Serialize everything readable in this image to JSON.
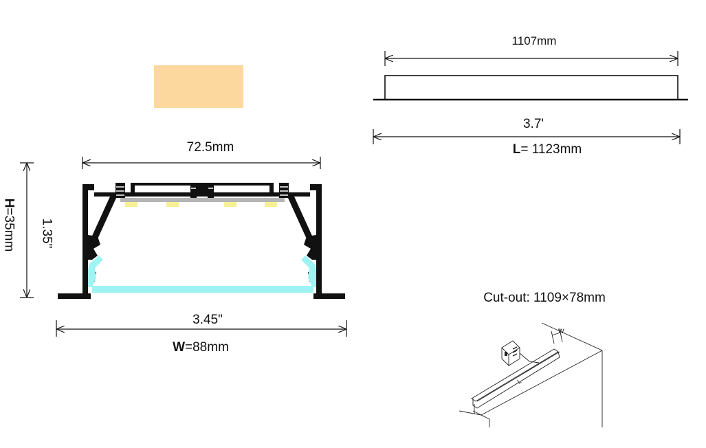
{
  "colors": {
    "swatch": "#fdd89e",
    "line": "#111111",
    "diffuser": "#9ff3f2",
    "led": "#f7ef94",
    "pcb": "#b5b5b5"
  },
  "profile": {
    "top_width": "72.5mm",
    "height_in": "1.35\"",
    "height_mm_key": "H",
    "height_mm_value": "=35mm",
    "width_in": "3.45\"",
    "width_mm_key": "W",
    "width_mm_value": "=88mm"
  },
  "length_view": {
    "inner_length": "1107mm",
    "length_ft": "3.7'",
    "length_mm_key": "L",
    "length_mm_value": "= 1123mm"
  },
  "cutout": {
    "label": "Cut-out: 1109×78mm",
    "w_mark": "W",
    "l_mark": "L"
  }
}
